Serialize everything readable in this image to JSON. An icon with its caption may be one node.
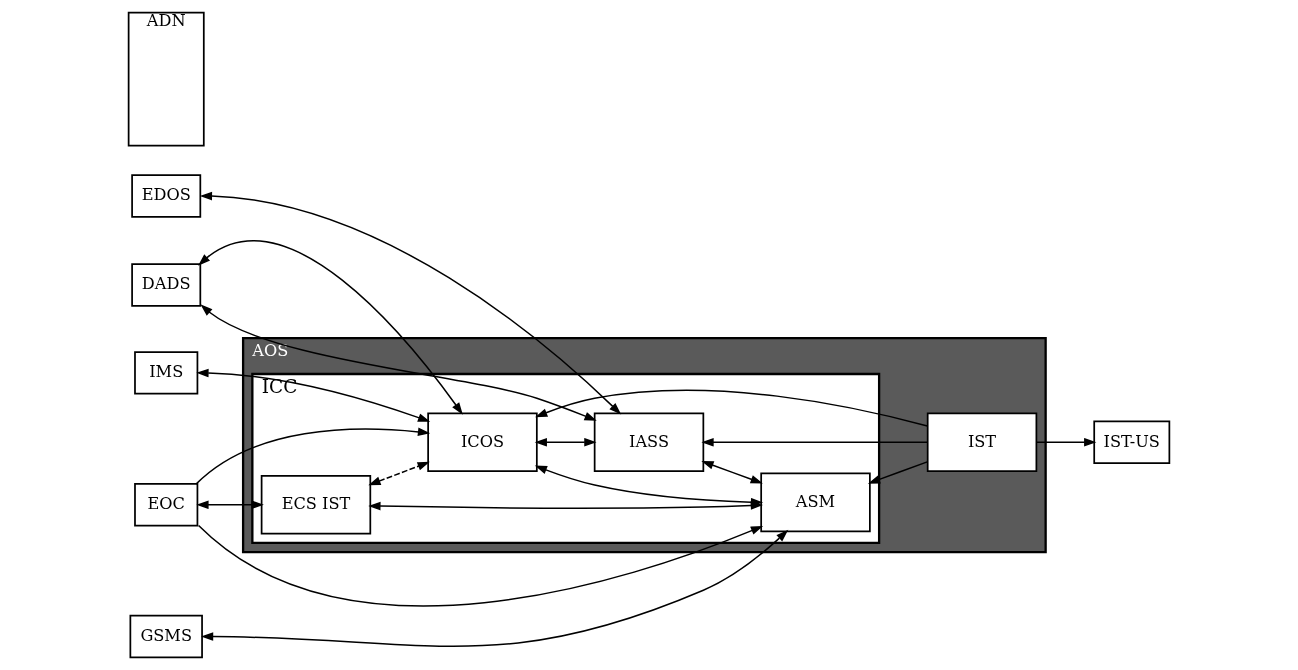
{
  "diagram": {
    "nodes": [
      {
        "text": [
          "IMS"
        ]
      },
      {
        "text": [
          "DADS"
        ]
      },
      {
        "text": [
          "EDOS"
        ]
      },
      {
        "text": [
          "EOC"
        ]
      },
      {
        "text": [
          "GSMS"
        ]
      },
      {
        "text": [
          "ADN"
        ]
      },
      {
        "text": [
          "AOS"
        ]
      },
      {
        "text": [
          "ICC"
        ],
        "in": 6
      },
      {
        "text": [
          "ICOS"
        ],
        "in": 7
      },
      {
        "text": [
          "IASS"
        ],
        "in": 7
      },
      {
        "text": [
          "ECS IST"
        ],
        "in": 7
      },
      {
        "text": [
          "ASM"
        ],
        "in": 7
      },
      {
        "text": [
          "IST"
        ],
        "in": 6
      },
      {
        "text": [
          "IST-US"
        ]
      }
    ],
    "edges": [
      {
        "from": 0,
        "to": 8,
        "arrow": "both"
      },
      {
        "from": 1,
        "to": 8,
        "arrow": "both"
      },
      {
        "from": 1,
        "to": 9,
        "arrow": "both"
      },
      {
        "from": 2,
        "to": 9,
        "arrow": "both"
      },
      {
        "from": 3,
        "to": 8,
        "arrow": "to"
      },
      {
        "from": 10,
        "to": 8,
        "arrow": "both",
        "style": "dashed"
      },
      {
        "from": 3,
        "to": 10,
        "arrow": "both"
      },
      {
        "from": 10,
        "to": 11,
        "arrow": "both"
      },
      {
        "from": 3,
        "to": 11,
        "arrow": "to"
      },
      {
        "from": 4,
        "to": 11,
        "arrow": "both"
      },
      {
        "from": 12,
        "to": 8,
        "arrow": "to"
      },
      {
        "from": 8,
        "to": 11,
        "arrow": "both"
      },
      {
        "from": 8,
        "to": 9,
        "arrow": "both"
      },
      {
        "from": 12,
        "to": 9,
        "arrow": "to"
      },
      {
        "from": 9,
        "to": 11,
        "arrow": "both"
      },
      {
        "from": 12,
        "to": 11,
        "arrow": "to"
      },
      {
        "from": 12,
        "to": 13,
        "arrow": "to"
      }
    ]
  }
}
